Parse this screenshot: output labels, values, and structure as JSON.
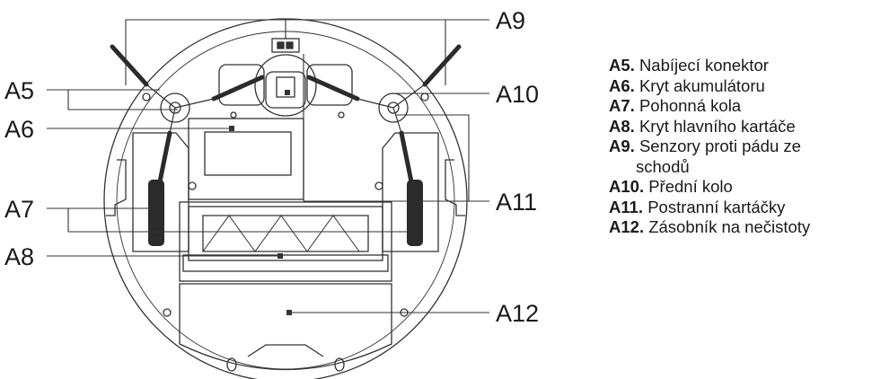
{
  "callouts": {
    "a5": "A5",
    "a6": "A6",
    "a7": "A7",
    "a8": "A8",
    "a9": "A9",
    "a10": "A10",
    "a11": "A11",
    "a12": "A12"
  },
  "legend": [
    {
      "key": "A5.",
      "text": "Nabíjecí konektor"
    },
    {
      "key": "A6.",
      "text": "Kryt akumulátoru"
    },
    {
      "key": "A7.",
      "text": "Pohonná kola"
    },
    {
      "key": "A8.",
      "text": "Kryt hlavního kartáče"
    },
    {
      "key": "A9.",
      "text": "Senzory proti pádu ze",
      "continuation": "schodů"
    },
    {
      "key": "A10.",
      "text": "Přední kolo"
    },
    {
      "key": "A11.",
      "text": "Postranní kartáčky"
    },
    {
      "key": "A12.",
      "text": "Zásobník na nečistoty"
    }
  ],
  "colors": {
    "line": "#333333",
    "text": "#1a1a1a",
    "brush": "#2b2b2b",
    "background": "#ffffff"
  }
}
